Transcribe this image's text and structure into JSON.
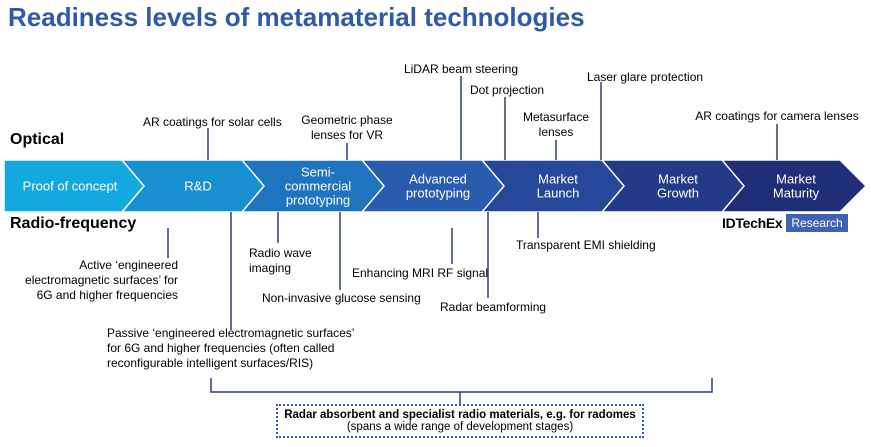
{
  "title": "Readiness levels of metamaterial technologies",
  "rows": {
    "optical": "Optical",
    "radio": "Radio-frequency"
  },
  "stages": [
    {
      "lines": [
        "Proof of concept"
      ]
    },
    {
      "lines": [
        "R&D"
      ]
    },
    {
      "lines": [
        "Semi-",
        "commercial",
        "prototyping"
      ]
    },
    {
      "lines": [
        "Advanced",
        "prototyping"
      ]
    },
    {
      "lines": [
        "Market",
        "Launch"
      ]
    },
    {
      "lines": [
        "Market",
        "Growth"
      ]
    },
    {
      "lines": [
        "Market",
        "Maturity"
      ]
    }
  ],
  "colors": {
    "title": "#2e5aa8",
    "stages": [
      "#13a9e0",
      "#1790d2",
      "#1f74c0",
      "#2a5cad",
      "#26489b",
      "#223a87",
      "#1f2f77"
    ],
    "connector": "#2d3f78",
    "brand_tag": "#3f63b4"
  },
  "optical": {
    "ar_solar": "AR coatings for solar cells",
    "geometric_phase": [
      "Geometric phase",
      "lenses for VR"
    ],
    "lidar": "LiDAR beam steering",
    "dot_projection": "Dot projection",
    "metasurface": [
      "Metasurface",
      "lenses"
    ],
    "laser_glare": "Laser glare protection",
    "ar_camera": "AR coatings for camera lenses"
  },
  "radio": {
    "active_ems": [
      "Active ‘engineered",
      "electromagnetic surfaces’ for",
      "6G and higher frequencies"
    ],
    "radio_wave": [
      "Radio wave",
      "imaging"
    ],
    "glucose": "Non-invasive glucose sensing",
    "mri": "Enhancing MRI RF signal",
    "radar_beam": "Radar beamforming",
    "emi": "Transparent EMI shielding",
    "passive_ems": [
      "Passive ‘engineered electromagnetic surfaces’",
      "for 6G and higher frequencies (often called",
      "reconfigurable intelligent surfaces/RIS)"
    ]
  },
  "brand": {
    "name": "IDTechEx",
    "tag": "Research"
  },
  "radomes": {
    "main": "Radar absorbent and specialist radio materials, e.g. for radomes",
    "sub": "(spans a wide range of development stages)"
  }
}
